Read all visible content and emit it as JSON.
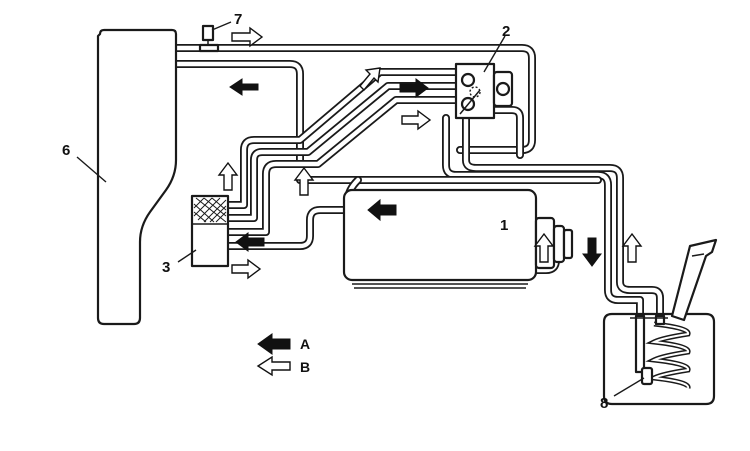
{
  "labels": {
    "evaporator": "1",
    "valve_block": "2",
    "heater_core": "3",
    "radiator": "6",
    "sensor_top": "7",
    "sensor_tank": "8"
  },
  "legend": {
    "a": "A",
    "b": "B"
  }
}
